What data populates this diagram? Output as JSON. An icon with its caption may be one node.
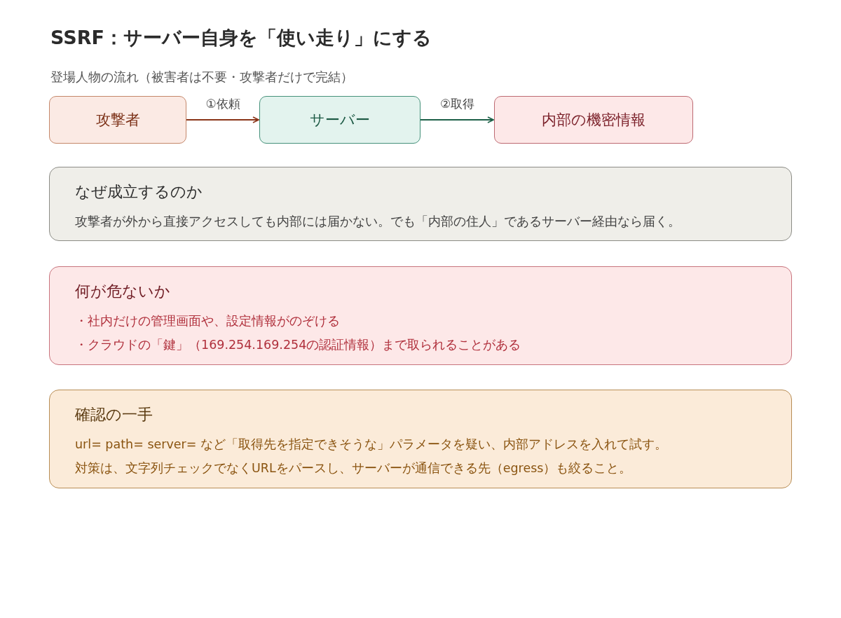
{
  "diagram": {
    "title": "SSRF：サーバー自身を「使い走り」にする",
    "nodes": [
      {
        "text": [
          "攻撃者"
        ]
      },
      {
        "text": [
          "サーバー"
        ]
      },
      {
        "text": [
          "内部の機密情報"
        ]
      },
      {
        "text": [
          "なぜ成立するのか",
          "攻撃者が外から直接アクセスしても内部には届かない。でも「内部の住人」であるサーバー経由なら届く。"
        ]
      },
      {
        "text": [
          "何が危ないか",
          "・社内だけの管理画面や、設定情報がのぞける",
          "・クラウドの「鍵」（169.254.169.254の認証情報）まで取られることがある"
        ]
      },
      {
        "text": [
          "確認の一手",
          "url= path= server= など「取得先を指定できそうな」パラメータを疑い、内部アドレスを入れて試す。",
          "対策は、文字列チェックでなくURLをパースし、サーバーが通信できる先（egress）も絞ること。"
        ]
      }
    ],
    "edges": [
      {
        "from": 0,
        "to": 1,
        "arrow": "to",
        "label": "①依頼",
        "color": "#8a3418"
      },
      {
        "from": 1,
        "to": 2,
        "arrow": "to",
        "label": "②取得",
        "color": "#1d6048"
      }
    ],
    "labels": [
      "登場人物の流れ（被害者は不要・攻撃者だけで完結）"
    ]
  }
}
